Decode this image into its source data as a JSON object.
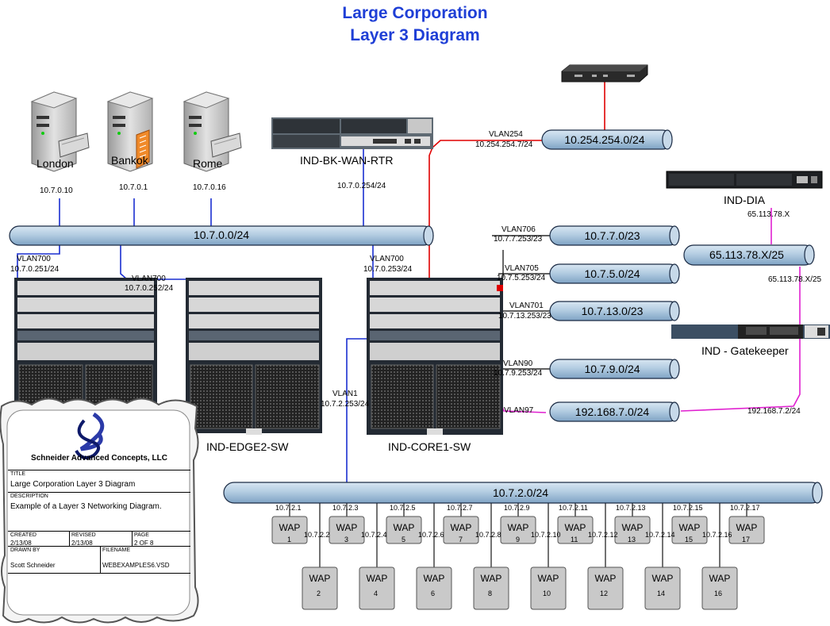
{
  "title": {
    "line1": "Large Corporation",
    "line2": "Layer 3 Diagram"
  },
  "servers": [
    {
      "name": "London",
      "ip": "10.7.0.10"
    },
    {
      "name": "Bankok",
      "ip": "10.7.0.1"
    },
    {
      "name": "Rome",
      "ip": "10.7.0.16"
    }
  ],
  "router": {
    "name": "IND-BK-WAN-RTR",
    "ip": "10.7.0.254/24"
  },
  "dia": {
    "name": "IND-DIA",
    "ip": "65.113.78.X"
  },
  "gatekeeper": {
    "name": "IND - Gatekeeper",
    "ip_top": "65.113.78.X/25",
    "ip_bottom": "192.168.7.2/24"
  },
  "switches": {
    "edge1_vlan": "VLAN700",
    "edge1_ip": "10.7.0.251/24",
    "edge2_vlan": "VLAN700",
    "edge2_ip": "10.7.0.252/24",
    "edge2_name": "IND-EDGE2-SW",
    "core_vlan": "VLAN700",
    "core_ip": "10.7.0.253/24",
    "core_name": "IND-CORE1-SW"
  },
  "networks": {
    "main": "10.7.0.0/24",
    "n254": "10.254.254.0/24",
    "n77": "10.7.7.0/23",
    "n75": "10.7.5.0/24",
    "n713": "10.7.13.0/23",
    "n79": "10.7.9.0/24",
    "n192": "192.168.7.0/24",
    "n6511": "65.113.78.X/25",
    "n72": "10.7.2.0/24"
  },
  "vlans": {
    "v254": "VLAN254",
    "v254_ip": "10.254.254.7/24",
    "v706": "VLAN706",
    "v706_ip": "10.7.7.253/23",
    "v705": "VLAN705",
    "v705_ip": "10.7.5.253/24",
    "v701": "VLAN701",
    "v701_ip": "10.7.13.253/23",
    "v90": "VLAN90",
    "v90_ip": "10.7.9.253/24",
    "v97": "VLAN97",
    "v1": "VLAN1",
    "v1_ip": "10.7.2.253/24"
  },
  "waps": {
    "label": "WAP",
    "top": [
      {
        "num": "1",
        "ip": "10.7.2.1"
      },
      {
        "num": "3",
        "ip": "10.7.2.3"
      },
      {
        "num": "5",
        "ip": "10.7.2.5"
      },
      {
        "num": "7",
        "ip": "10.7.2.7"
      },
      {
        "num": "9",
        "ip": "10.7.2.9"
      },
      {
        "num": "11",
        "ip": "10.7.2.11"
      },
      {
        "num": "13",
        "ip": "10.7.2.13"
      },
      {
        "num": "15",
        "ip": "10.7.2.15"
      },
      {
        "num": "17",
        "ip": "10.7.2.17"
      }
    ],
    "bottom": [
      {
        "num": "2",
        "ip": "10.7.2.2"
      },
      {
        "num": "4",
        "ip": "10.7.2.4"
      },
      {
        "num": "6",
        "ip": "10.7.2.6"
      },
      {
        "num": "8",
        "ip": "10.7.2.8"
      },
      {
        "num": "10",
        "ip": "10.7.2.10"
      },
      {
        "num": "12",
        "ip": "10.7.2.12"
      },
      {
        "num": "14",
        "ip": "10.7.2.14"
      },
      {
        "num": "16",
        "ip": "10.7.2.16"
      }
    ]
  },
  "titleblock": {
    "company": "Schneider Advanced Concepts, LLC",
    "title_cap": "TITLE",
    "title": "Large Corporation Layer 3 Diagram",
    "desc_cap": "DESCRIPTION",
    "desc": "Example of a Layer 3 Networking Diagram.",
    "created_cap": "CREATED",
    "created": "2/13/08",
    "revised_cap": "REVISED",
    "revised": "2/13/08",
    "page_cap": "PAGE",
    "page": "2 OF 8",
    "drawn_cap": "DRAWN BY",
    "drawn": "Scott Schneider",
    "file_cap": "FILENAME",
    "file": "WEBEXAMPLES6.VSD"
  },
  "colors": {
    "title": "#1f3fd6",
    "pipe": "#a9c4dc",
    "blue_link": "#1a2fd0",
    "red_link": "#e00000",
    "magenta_link": "#e020d0"
  }
}
